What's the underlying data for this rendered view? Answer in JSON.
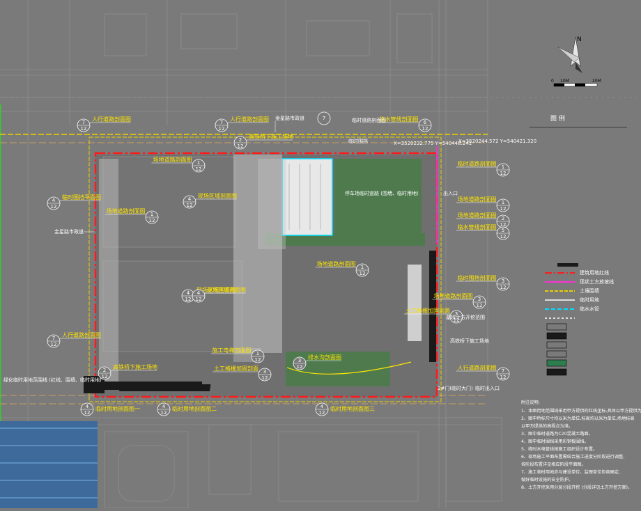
{
  "north": {
    "label": "N",
    "scale_left": "0",
    "scale_mid": "10M",
    "scale_right": "20M"
  },
  "legend": {
    "title": "图 例",
    "items": [
      "建筑用地红线",
      "现状土方放坡线",
      "土壤围墙",
      "临时用地",
      "临水水管",
      "",
      "",
      "",
      "",
      "",
      "",
      ""
    ]
  },
  "bubble": {
    "sheet": "12"
  },
  "callouts": [
    {
      "text": "人行道路剖面图",
      "num": "7"
    },
    {
      "text": "人行道路剖面图",
      "num": "7"
    },
    {
      "text": "临时围挡平面图",
      "num": "4"
    },
    {
      "text": "高铁桥下施工场地",
      "num": "2"
    },
    {
      "text": "场地道路剖面图",
      "num": "1"
    },
    {
      "text": "场地道路剖面图",
      "num": "1"
    },
    {
      "text": "现场区域剖面图",
      "num": "4"
    },
    {
      "text": "现场区域剖面图",
      "num": "4"
    },
    {
      "text": "现场区域剖面图",
      "num": "4"
    },
    {
      "text": "人行道路剖面图",
      "num": "7"
    },
    {
      "text": "场地道路剖面图",
      "num": "1"
    },
    {
      "text": "施工电梯剖面图",
      "num": "1"
    },
    {
      "text": "人行道路剖面图",
      "num": "7"
    },
    {
      "text": "临时道路剖面图",
      "num": "1"
    },
    {
      "text": "场地道路剖面图",
      "num": "1"
    },
    {
      "text": "场地道路剖面图",
      "num": "2"
    },
    {
      "text": "临水管线剖面图",
      "num": "5"
    },
    {
      "text": "临水管线剖面图",
      "num": "6"
    },
    {
      "text": "场地道路剖面图",
      "num": "3"
    },
    {
      "text": "土工格栅加固剖面",
      "num": "3"
    },
    {
      "text": "排水沟剖面图",
      "num": "3"
    },
    {
      "text": "临时围挡剖面图",
      "num": "3"
    },
    {
      "text": "高铁桥下施工场地",
      "num": "2"
    },
    {
      "text": "土工格栅加固剖面",
      "num": "3"
    }
  ],
  "labels": {
    "road_top": "金星路市政道",
    "road_left": "金星路市政道",
    "gate_bottom": "2#门(临时大门)",
    "gate_bottom_2": "临时出入口",
    "site_title_left": "绿化临时用地范围线 (红线、围墙、临时用地)",
    "parking_note": "停车场临时道路 (围墙、临时用地)",
    "gate_right": "出入口",
    "coords_top": "X=3520244.572 Y=540421.320",
    "coords_right": "X=3520232.775 Y=540448.241",
    "temp_road": "临时道路剖面图",
    "excavation": "基坑土方开挖范围",
    "pump": "高铁桥下施工场地",
    "fence_top": "临时围挡"
  },
  "bottom_labels": [
    {
      "text": "临时用地剖面图一",
      "num": "4"
    },
    {
      "text": "临时用地剖面图二",
      "num": "4"
    },
    {
      "text": "临时用地剖面图三",
      "num": "4"
    }
  ],
  "notes": {
    "title": "附注说明:",
    "lines": [
      "1、本图用地范围线采用甲方提供的红线坐标,具体以甲方提供为准。",
      "2、图中所标尺寸均以米为单位,标高均以米为单位,场地标高",
      "   以甲方提供的高程点为准。",
      "3、图中临时道路为C20混凝土路面。",
      "4、图中临时围挡采用彩钢板围挡。",
      "5、临时水电管线按施工组织设计布置。",
      "6、现场施工平面布置需结合施工进度分阶段进行调整,",
      "   各阶段布置详见相应阶段平面图。",
      "7、施工临时用地应与建设单位、监理单位协商确定,",
      "   做好临时设施的安全防护。",
      "8、土方开挖采用分层分段开挖 (分段详见土方开挖方案)。"
    ]
  }
}
